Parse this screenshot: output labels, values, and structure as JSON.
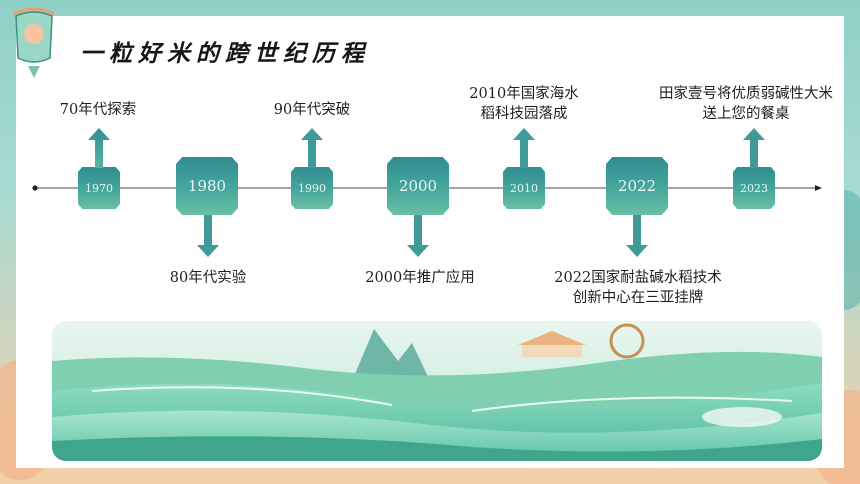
{
  "title": "一粒好米的跨世纪历程",
  "timeline": [
    {
      "year": "1970",
      "direction": "up",
      "caption": [
        "70年代探索"
      ]
    },
    {
      "year": "1980",
      "direction": "down",
      "caption": [
        "80年代实验"
      ]
    },
    {
      "year": "1990",
      "direction": "up",
      "caption": [
        "90年代突破"
      ]
    },
    {
      "year": "2000",
      "direction": "down",
      "caption": [
        "2000年推广应用"
      ]
    },
    {
      "year": "2010",
      "direction": "up",
      "caption": [
        "2010年国家海水",
        "稻科技园落成"
      ]
    },
    {
      "year": "2022",
      "direction": "down",
      "caption": [
        "2022国家耐盐碱水稻技术",
        "创新中心在三亚挂牌"
      ]
    },
    {
      "year": "2023",
      "direction": "up",
      "caption": [
        "田家壹号将优质弱碱性大米",
        "送上您的餐桌"
      ]
    }
  ],
  "colors": {
    "node_top": "#2f8d92",
    "node_bottom": "#69bfa5",
    "accent": "#3f9a98"
  },
  "icons": {
    "banner": "rice-terrace-illustration",
    "corner": "scroll-ornament-icon"
  }
}
